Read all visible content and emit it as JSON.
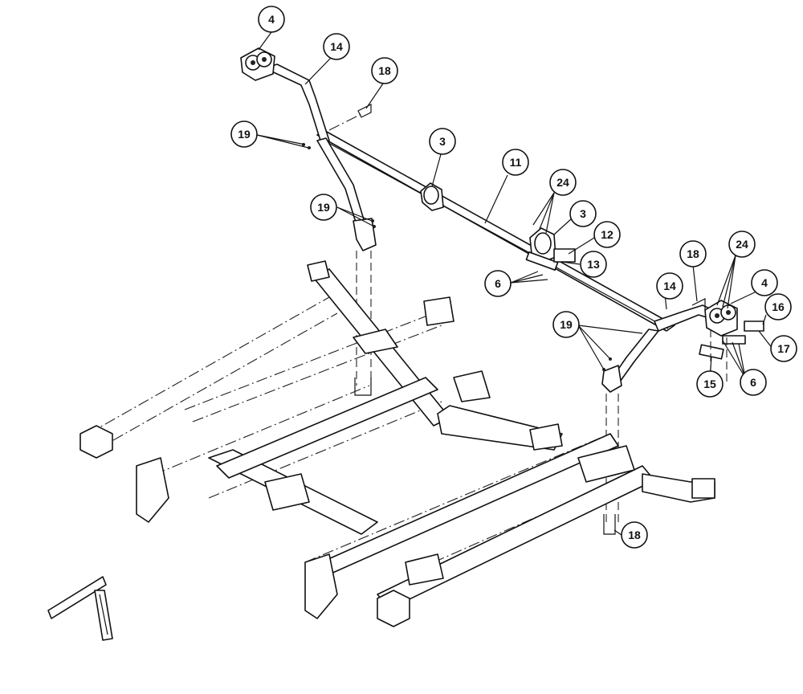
{
  "callouts": [
    {
      "id": "c4a",
      "label": "4"
    },
    {
      "id": "c14a",
      "label": "14"
    },
    {
      "id": "c18a",
      "label": "18"
    },
    {
      "id": "c19a",
      "label": "19"
    },
    {
      "id": "c3a",
      "label": "3"
    },
    {
      "id": "c11",
      "label": "11"
    },
    {
      "id": "c19b",
      "label": "19"
    },
    {
      "id": "c24a",
      "label": "24"
    },
    {
      "id": "c3b",
      "label": "3"
    },
    {
      "id": "c12",
      "label": "12"
    },
    {
      "id": "c13",
      "label": "13"
    },
    {
      "id": "c6a",
      "label": "6"
    },
    {
      "id": "c18b",
      "label": "18"
    },
    {
      "id": "c24b",
      "label": "24"
    },
    {
      "id": "c14b",
      "label": "14"
    },
    {
      "id": "c4b",
      "label": "4"
    },
    {
      "id": "c16",
      "label": "16"
    },
    {
      "id": "c19c",
      "label": "19"
    },
    {
      "id": "c17",
      "label": "17"
    },
    {
      "id": "c15",
      "label": "15"
    },
    {
      "id": "c6b",
      "label": "6"
    },
    {
      "id": "c18c",
      "label": "18"
    }
  ]
}
